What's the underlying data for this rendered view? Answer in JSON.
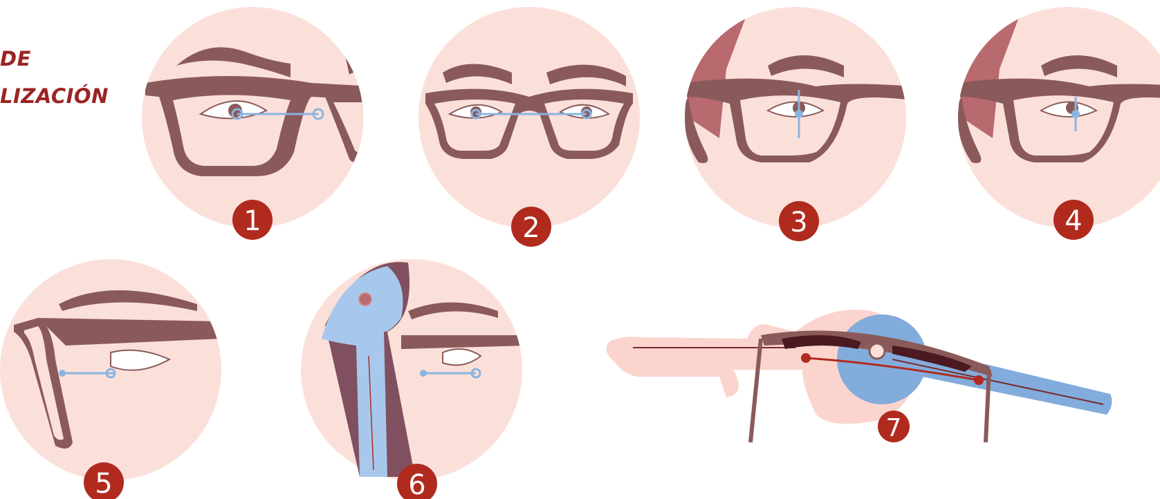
{
  "title": {
    "line1": "DE",
    "line2": "LIZACIÓN"
  },
  "steps": [
    {
      "number": "1"
    },
    {
      "number": "2"
    },
    {
      "number": "3"
    },
    {
      "number": "4"
    },
    {
      "number": "5"
    },
    {
      "number": "6"
    },
    {
      "number": "7"
    }
  ],
  "colors": {
    "skin": "#fbe0da",
    "frame": "#8a5a5a",
    "measure_line": "#8ab4e0",
    "badge": "#b02a1e",
    "title": "#9b2424",
    "hair": "#b86a6e",
    "temple_blue": "#a7c8ec"
  }
}
